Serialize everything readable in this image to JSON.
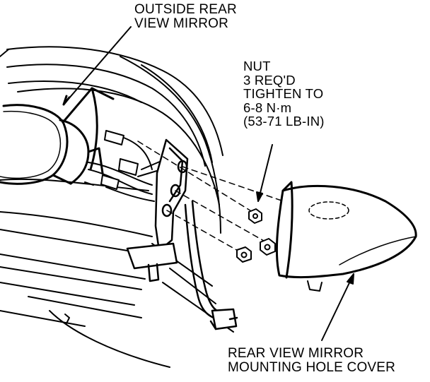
{
  "labels": {
    "outside_mirror": [
      "OUTSIDE REAR",
      "VIEW MIRROR"
    ],
    "nut": [
      "NUT",
      "3 REQ'D",
      "TIGHTEN TO",
      "6-8 N·m",
      "(53-71 LB-IN)"
    ],
    "cover": [
      "REAR VIEW MIRROR",
      "MOUNTING HOLE COVER"
    ]
  },
  "colors": {
    "ink": "#000000",
    "paper": "#ffffff"
  }
}
